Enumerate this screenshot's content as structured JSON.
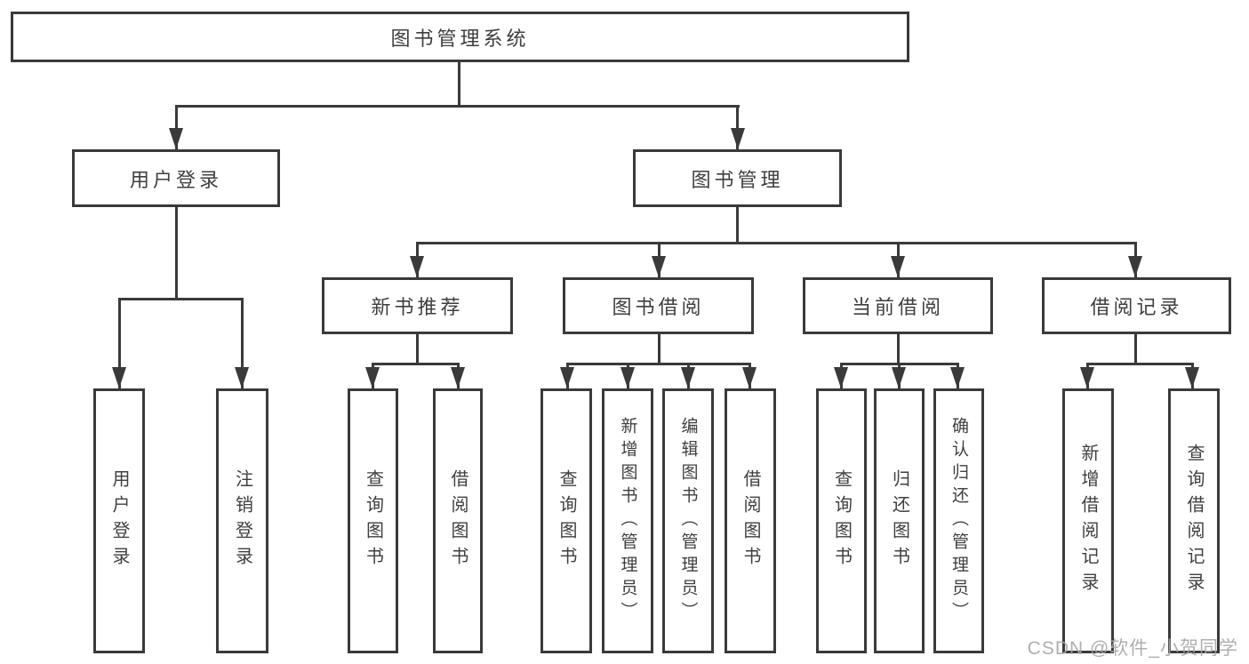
{
  "diagram": {
    "title": "图书管理系统",
    "type": "function-structure-tree",
    "colors": {
      "line": "#3a3a3a",
      "box_border": "#3a3a3a",
      "box_fill": "#ffffff",
      "text": "#3f3f3f",
      "watermark": "#a8a5a5"
    },
    "nodes": {
      "root": {
        "label": "图书管理系统"
      },
      "login": {
        "label": "用户登录"
      },
      "mgmt": {
        "label": "图书管理"
      },
      "login_user": {
        "label": "用户登录"
      },
      "login_logout": {
        "label": "注销登录"
      },
      "rec": {
        "label": "新书推荐"
      },
      "borrow": {
        "label": "图书借阅"
      },
      "current": {
        "label": "当前借阅"
      },
      "history": {
        "label": "借阅记录"
      },
      "rec_query": {
        "label": "查询图书"
      },
      "rec_borrow": {
        "label": "借阅图书"
      },
      "borrow_query": {
        "label": "查询图书"
      },
      "borrow_add": {
        "label": "新增图书（管理员）"
      },
      "borrow_edit": {
        "label": "编辑图书（管理员）"
      },
      "borrow_lend": {
        "label": "借阅图书"
      },
      "cur_query": {
        "label": "查询图书"
      },
      "cur_return": {
        "label": "归还图书"
      },
      "cur_confirm": {
        "label": "确认归还（管理员）"
      },
      "hist_add": {
        "label": "新增借阅记录"
      },
      "hist_query": {
        "label": "查询借阅记录"
      }
    },
    "edges": [
      [
        "root",
        "login"
      ],
      [
        "root",
        "mgmt"
      ],
      [
        "login",
        "login_user"
      ],
      [
        "login",
        "login_logout"
      ],
      [
        "mgmt",
        "rec"
      ],
      [
        "mgmt",
        "borrow"
      ],
      [
        "mgmt",
        "current"
      ],
      [
        "mgmt",
        "history"
      ],
      [
        "rec",
        "rec_query"
      ],
      [
        "rec",
        "rec_borrow"
      ],
      [
        "borrow",
        "borrow_query"
      ],
      [
        "borrow",
        "borrow_add"
      ],
      [
        "borrow",
        "borrow_edit"
      ],
      [
        "borrow",
        "borrow_lend"
      ],
      [
        "current",
        "cur_query"
      ],
      [
        "current",
        "cur_return"
      ],
      [
        "current",
        "cur_confirm"
      ],
      [
        "history",
        "hist_add"
      ],
      [
        "history",
        "hist_query"
      ]
    ],
    "watermark": "CSDN @软件_小贺同学"
  }
}
